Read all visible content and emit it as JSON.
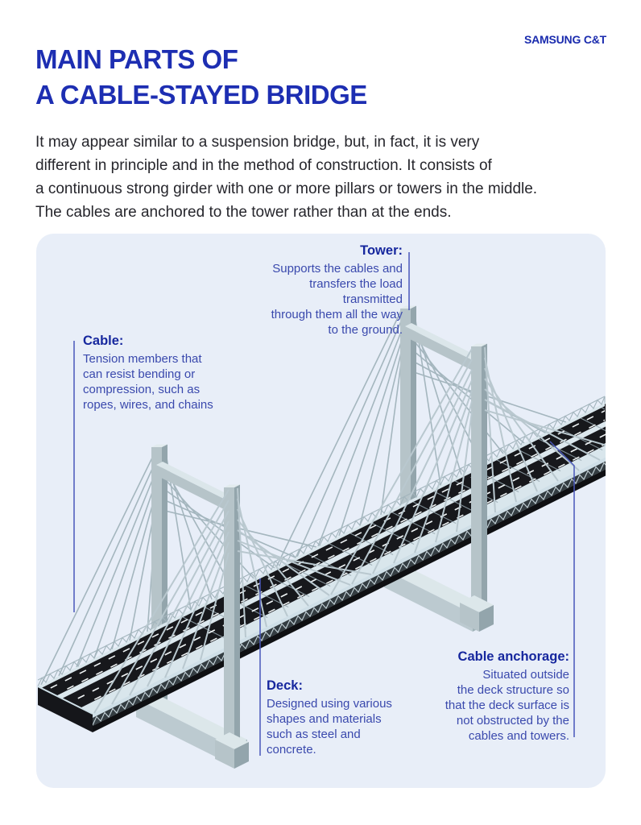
{
  "header": {
    "logo": "SAMSUNG C&T",
    "title": "MAIN PARTS OF\nA CABLE-STAYED BRIDGE",
    "intro": "It may appear similar to a suspension bridge, but, in fact, it is very\ndifferent in principle and in the method of construction. It consists of\na continuous strong girder with one or more pillars or towers in the middle.\nThe cables are anchored to the tower rather than at the ends."
  },
  "diagram": {
    "labels": {
      "tower": {
        "title": "Tower:",
        "body": "Supports the cables and\ntransfers the load\ntransmitted\nthrough them all the way\nto the ground."
      },
      "cable": {
        "title": "Cable:",
        "body": "Tension members that\ncan resist bending or\ncompression, such as\nropes, wires, and chains"
      },
      "deck": {
        "title": "Deck:",
        "body": "Designed using various\nshapes and materials\nsuch as steel and\nconcrete."
      },
      "cable_anchorage": {
        "title": "Cable anchorage:",
        "body": "Situated outside\nthe deck structure so\nthat the deck surface is\nnot obstructed by the\ncables and towers."
      }
    }
  },
  "colors": {
    "title_blue": "#1d2eb2",
    "samsung_blue": "#1a2bae",
    "label_heading_blue": "#16279e",
    "label_body_blue": "#3a49ad",
    "leader_line_blue": "#4856ba",
    "panel_background": "#e8eef8",
    "deck_asphalt": "#17181c",
    "steel_gray": "#b6c4c9"
  }
}
